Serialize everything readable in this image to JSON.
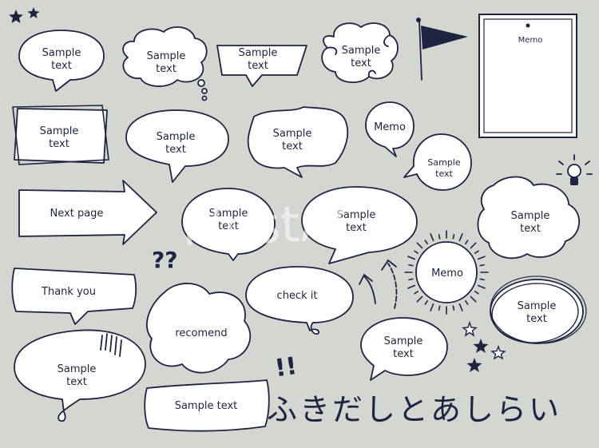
{
  "colors": {
    "background": "#d4d6d2",
    "ink": "#1e2340",
    "bubble": "#ffffff"
  },
  "bubbles": [
    {
      "id": "oval-1",
      "lines": [
        "Sample",
        "text"
      ]
    },
    {
      "id": "cloud-1",
      "lines": [
        "Sample",
        "text"
      ]
    },
    {
      "id": "ribbon-1",
      "lines": [
        "Sample",
        "text"
      ]
    },
    {
      "id": "cloud-scribble",
      "lines": [
        "Sample",
        "text"
      ]
    },
    {
      "id": "double-rect",
      "lines": [
        "Sample",
        "text"
      ]
    },
    {
      "id": "oval-2",
      "lines": [
        "Sample",
        "text"
      ]
    },
    {
      "id": "wavy-1",
      "lines": [
        "Sample",
        "text"
      ]
    },
    {
      "id": "memo-circle",
      "lines": [
        "Memo"
      ]
    },
    {
      "id": "small-bubble",
      "lines": [
        "Sample",
        "text"
      ]
    },
    {
      "id": "arrow-tag",
      "lines": [
        "Next page"
      ]
    },
    {
      "id": "circle-1",
      "lines": [
        "Sample",
        "text"
      ]
    },
    {
      "id": "oval-3",
      "lines": [
        "Sample",
        "text"
      ]
    },
    {
      "id": "cloud-2",
      "lines": [
        "Sample",
        "text"
      ]
    },
    {
      "id": "banner-1",
      "lines": [
        "Thank you"
      ]
    },
    {
      "id": "cloud-3",
      "lines": [
        "recomend"
      ]
    },
    {
      "id": "oval-4",
      "lines": [
        "check it"
      ]
    },
    {
      "id": "burst-memo",
      "lines": [
        "Memo"
      ]
    },
    {
      "id": "scribble-oval",
      "lines": [
        "Sample",
        "text"
      ]
    },
    {
      "id": "oval-5",
      "lines": [
        "Sample",
        "text"
      ]
    },
    {
      "id": "oval-6",
      "lines": [
        "Sample",
        "text"
      ]
    },
    {
      "id": "banner-2",
      "lines": [
        "Sample text"
      ]
    }
  ],
  "memo_board": {
    "label": "Memo"
  },
  "decorations": {
    "question_marks": "??",
    "exclamation_marks": "!!"
  },
  "title": "ふきだしとあしらい",
  "watermark": "illustAC",
  "icons": [
    "star-icon",
    "pennant-flag-icon",
    "lightbulb-icon",
    "curved-arrow-icon"
  ]
}
